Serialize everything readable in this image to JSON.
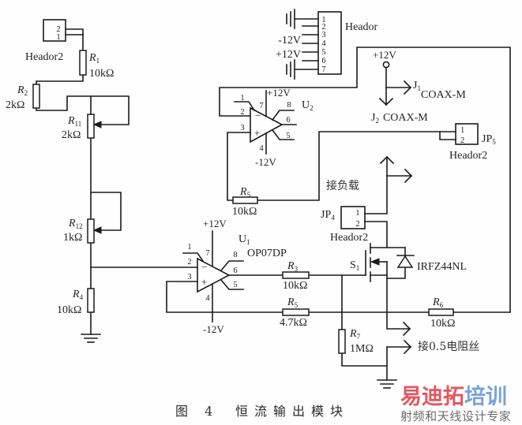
{
  "caption": {
    "figure_number": "图 4",
    "title": "恒流输出模块"
  },
  "watermark": {
    "brand_part1": "易迪拓",
    "brand_part2": "培训",
    "tagline": "射频和天线设计专家",
    "colors": {
      "red": "#e3575e",
      "blue": "#79a3d5",
      "gray": "#6b6b6b"
    }
  },
  "power_header": {
    "name": "Heador",
    "pins": [
      "1",
      "2",
      "3",
      "4",
      "5",
      "6",
      "7"
    ],
    "pin3_supply": "-12V",
    "pin5_supply": "+12V"
  },
  "input_header": {
    "name": "Heador2",
    "pins": [
      "2",
      "1"
    ]
  },
  "jp4": {
    "prefix": "JP",
    "index": "4",
    "type": "Heador2",
    "pins": [
      "1",
      "2"
    ]
  },
  "jp5": {
    "prefix": "JP",
    "index": "5",
    "type": "Heador2",
    "pins": [
      "1",
      "2"
    ]
  },
  "resistors": {
    "r1": {
      "prefix": "R",
      "index": "1",
      "value": "10kΩ"
    },
    "r2": {
      "prefix": "R",
      "index": "2",
      "value": "2kΩ"
    },
    "r11": {
      "prefix": "R",
      "index": "11",
      "value": "2kΩ"
    },
    "r12": {
      "prefix": "R",
      "index": "12",
      "value": "1kΩ"
    },
    "r4": {
      "prefix": "R",
      "index": "4",
      "value": "10kΩ"
    },
    "r3": {
      "prefix": "R",
      "index": "3",
      "value": "10kΩ"
    },
    "r5": {
      "prefix": "R",
      "index": "5",
      "value": "4.7kΩ"
    },
    "r6": {
      "prefix": "R",
      "index": "6",
      "value": "10kΩ"
    },
    "r7": {
      "prefix": "R",
      "index": "7",
      "value": "1MΩ"
    },
    "rs": {
      "prefix": "R",
      "index": "5",
      "value": "10kΩ"
    }
  },
  "u1": {
    "prefix": "U",
    "index": "1",
    "part": "OP07DP",
    "vcc": "+12V",
    "vee": "-12V",
    "inv": "−",
    "noninv": "+",
    "pins": {
      "p1": "1",
      "p2": "2",
      "p3": "3",
      "p4": "4",
      "p5": "5",
      "p6": "6",
      "p7": "7",
      "p8": "8"
    }
  },
  "u2": {
    "prefix": "U",
    "index": "2",
    "vcc": "+12V",
    "vee": "-12V",
    "inv": "−",
    "noninv": "+",
    "pins": {
      "p1": "1",
      "p2": "2",
      "p3": "3",
      "p4": "4",
      "p5": "5",
      "p6": "6",
      "p7": "7",
      "p8": "8"
    }
  },
  "mosfet": {
    "prefix": "S",
    "index": "1",
    "part": "IRFZ44NL"
  },
  "supply_terminal": {
    "label": "+12V"
  },
  "j1": {
    "prefix": "J",
    "index": "1",
    "type": "COAX-M"
  },
  "j2": {
    "prefix": "J",
    "index": "2",
    "type": "COAX-M"
  },
  "annotations": {
    "load": "接负载",
    "heater_wire": "接0.5电阻丝"
  }
}
